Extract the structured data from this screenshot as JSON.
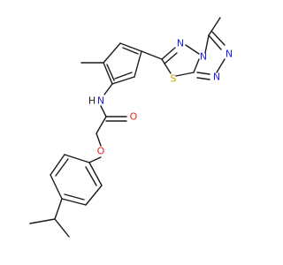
{
  "colors": {
    "bond": "#1a1a1a",
    "nitrogen": "#1d1df0",
    "oxygen": "#e0251f",
    "sulfur": "#c9a000",
    "hydrogen_on_n": "#1a1a1a"
  },
  "atoms": {
    "n_thiadiazole": "N",
    "n_bridge": "N",
    "n_triazole_1": "N",
    "n_triazole_2": "N",
    "s_thiadiazole": "S",
    "n_amide": "N",
    "h_amide": "H",
    "o_carbonyl": "O",
    "o_ether": "O"
  }
}
